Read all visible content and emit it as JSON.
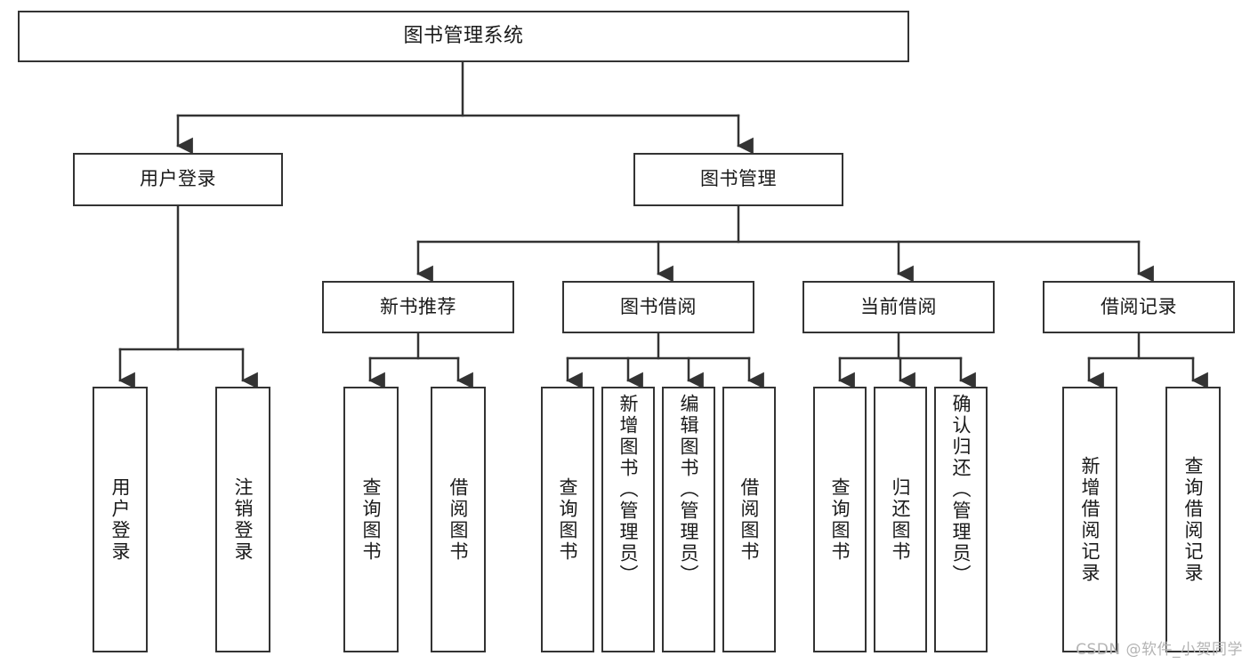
{
  "diagram": {
    "type": "tree",
    "title": "图书管理系统",
    "watermark": "CSDN @软件_小贺同学",
    "colors": {
      "stroke": "#333333",
      "fill": "#ffffff",
      "text": "#1a1a1a",
      "watermark": "#b4b4b4"
    },
    "nodes": {
      "root": {
        "label": "图书管理系统"
      },
      "level1": [
        {
          "label": "用户登录"
        },
        {
          "label": "图书管理"
        }
      ],
      "level2": [
        {
          "label": "新书推荐"
        },
        {
          "label": "图书借阅"
        },
        {
          "label": "当前借阅"
        },
        {
          "label": "借阅记录"
        }
      ],
      "leaves": {
        "user_login": [
          {
            "label": "用户登录"
          },
          {
            "label": "注销登录"
          }
        ],
        "new_book": [
          {
            "label": "查询图书"
          },
          {
            "label": "借阅图书"
          }
        ],
        "borrow_book": [
          {
            "label": "查询图书"
          },
          {
            "label": "新增图书（管理员）"
          },
          {
            "label": "编辑图书（管理员）"
          },
          {
            "label": "借阅图书"
          }
        ],
        "current_borrow": [
          {
            "label": "查询图书"
          },
          {
            "label": "归还图书"
          },
          {
            "label": "确认归还（管理员）"
          }
        ],
        "borrow_record": [
          {
            "label": "新增借阅记录"
          },
          {
            "label": "查询借阅记录"
          }
        ]
      }
    }
  }
}
